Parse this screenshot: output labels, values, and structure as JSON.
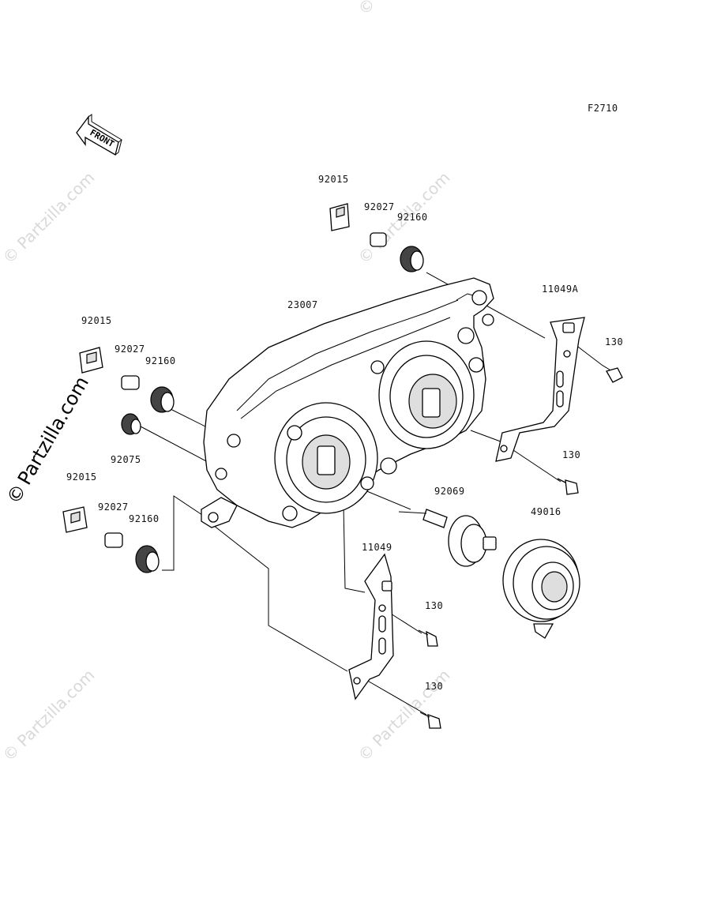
{
  "figure_code": "F2710",
  "front_arrow_label": "FRONT",
  "watermark": "Partzilla.com",
  "watermark_symbol": "©",
  "parts": [
    {
      "id": "p1",
      "number": "92015"
    },
    {
      "id": "p2",
      "number": "92027"
    },
    {
      "id": "p3",
      "number": "92160"
    },
    {
      "id": "p4",
      "number": "11049A"
    },
    {
      "id": "p5",
      "number": "130"
    },
    {
      "id": "p6",
      "number": "23007"
    },
    {
      "id": "p7",
      "number": "92015"
    },
    {
      "id": "p8",
      "number": "92027"
    },
    {
      "id": "p9",
      "number": "92160"
    },
    {
      "id": "p10",
      "number": "92075"
    },
    {
      "id": "p11",
      "number": "130"
    },
    {
      "id": "p12",
      "number": "92015"
    },
    {
      "id": "p13",
      "number": "92069"
    },
    {
      "id": "p14",
      "number": "49016"
    },
    {
      "id": "p15",
      "number": "92027"
    },
    {
      "id": "p16",
      "number": "92160"
    },
    {
      "id": "p17",
      "number": "11049"
    },
    {
      "id": "p18",
      "number": "130"
    },
    {
      "id": "p19",
      "number": "130"
    }
  ]
}
